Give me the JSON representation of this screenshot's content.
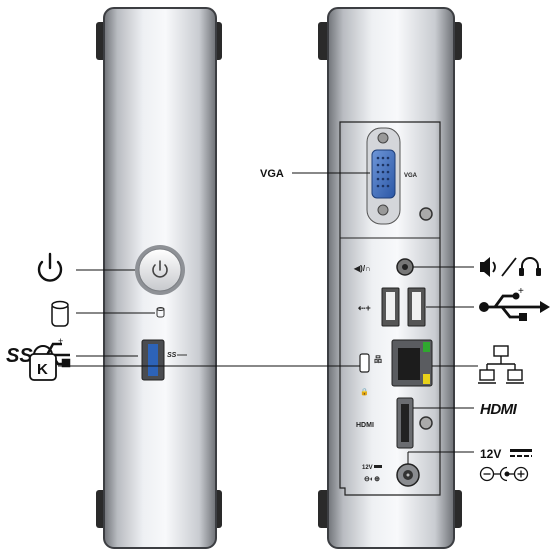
{
  "labels": {
    "vga": "VGA",
    "vga_port_text": "VGA",
    "hdmi": "HDMI",
    "hdmi_small": "HDMI",
    "dc_voltage": "12V",
    "dc_voltage_small": "12V",
    "usb_ss": "SS",
    "usb_ss_small": "SS",
    "kensington": "K"
  },
  "icons": [
    "power-icon",
    "hdd-led-icon",
    "usb3-ss-icon",
    "vga-port-icon",
    "speaker-headphone-icon",
    "usb-icon",
    "kensington-lock-icon",
    "network-lan-icon",
    "hdmi-port-icon",
    "dc-power-icon"
  ],
  "colors": {
    "case_light": "#f4f5f7",
    "case_mid": "#c8cace",
    "case_dark": "#6d7075",
    "foot": "#2a2a2a",
    "usb3_blue": "#2d63b8",
    "vga_blue": "#3a68b8",
    "led_green": "#2fa82f",
    "led_yellow": "#e8d21a"
  }
}
